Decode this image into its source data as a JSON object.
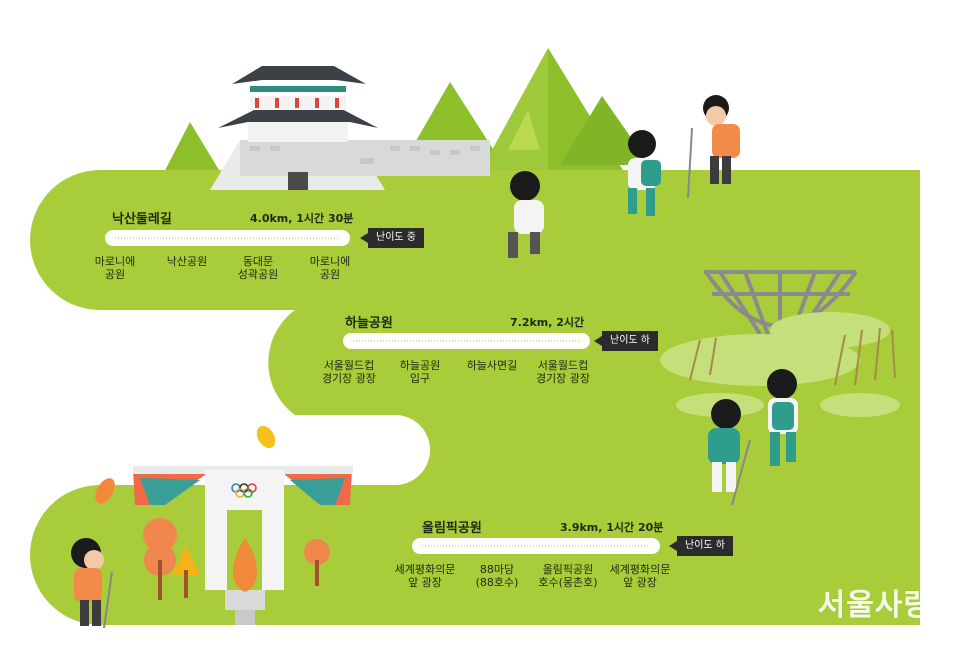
{
  "routes": [
    {
      "name": "낙산둘레길",
      "distance": "4.0km, 1시간 30분",
      "difficulty": "난이도 중",
      "stops": [
        "마로니에\n공원",
        "낙산공원",
        "동대문\n성곽공원",
        "마로니에\n공원"
      ]
    },
    {
      "name": "하늘공원",
      "distance": "7.2km, 2시간",
      "difficulty": "난이도 하",
      "stops": [
        "서울월드컵\n경기장 광장",
        "하늘공원\n입구",
        "하늘사면길",
        "서울월드컵\n경기장 광장"
      ]
    },
    {
      "name": "올림픽공원",
      "distance": "3.9km, 1시간 20분",
      "difficulty": "난이도 하",
      "stops": [
        "세계평화의문\n앞 광장",
        "88마당\n(88호수)",
        "올림픽공원\n호수(몽촌호)",
        "세계평화의문\n앞 광장"
      ]
    }
  ],
  "brand": "서울사랑",
  "colors": {
    "green": "#a9cc3a",
    "dark_green": "#7fae1f",
    "bar": "#ffffff",
    "badge": "#2b2b2b"
  }
}
